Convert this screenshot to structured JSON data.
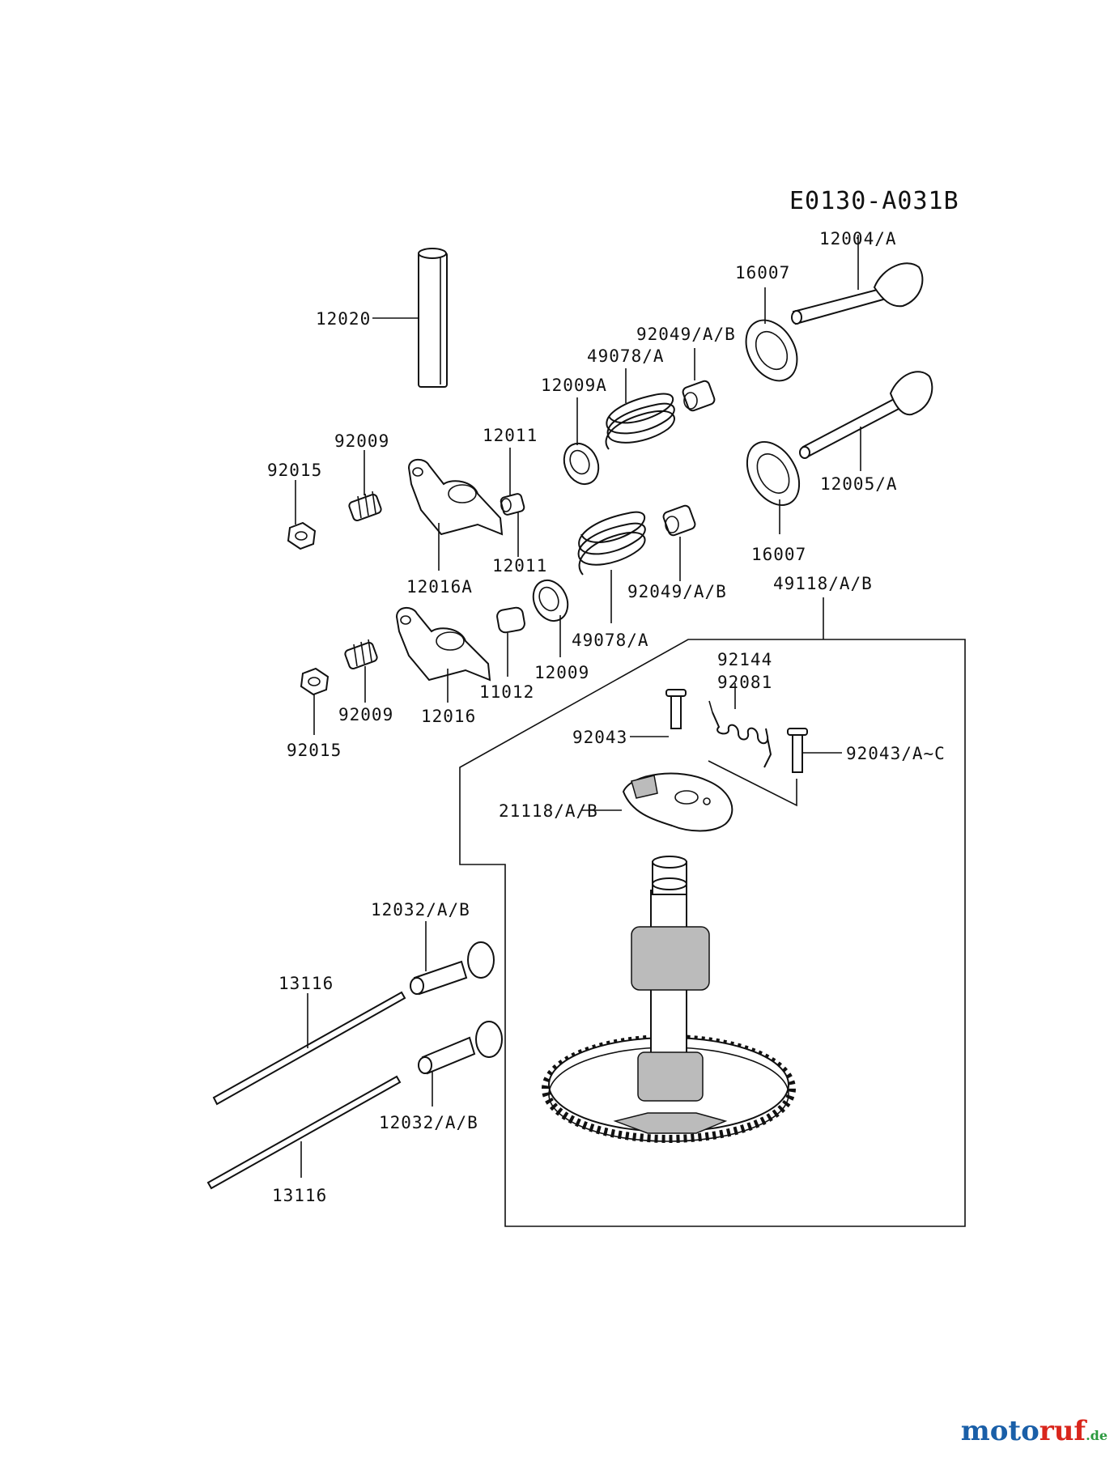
{
  "diagram": {
    "code": "E0130-A031B",
    "labels": {
      "l12004A": "12004/A",
      "l16007a": "16007",
      "l12020": "12020",
      "l92049a": "92049/A/B",
      "l49078a": "49078/A",
      "l12009A": "12009A",
      "l12011a": "12011",
      "l92009a": "92009",
      "l92015a": "92015",
      "l12005A": "12005/A",
      "l16007b": "16007",
      "l12016A": "12016A",
      "l12011b": "12011",
      "l92049b": "92049/A/B",
      "l49118": "49118/A/B",
      "l49078b": "49078/A",
      "l12009": "12009",
      "l11012": "11012",
      "l92009b": "92009",
      "l12016": "12016",
      "l92015b": "92015",
      "l92144": "92144",
      "l92081": "92081",
      "l92043": "92043",
      "l92043AC": "92043/A~C",
      "l21118": "21118/A/B",
      "l12032a": "12032/A/B",
      "l13116a": "13116",
      "l12032b": "12032/A/B",
      "l13116b": "13116"
    }
  },
  "watermark": {
    "part1": "moto",
    "part2": "ruf",
    "suffix": ".de",
    "color1": "#1a5fa8",
    "color2": "#d9261c",
    "color3": "#2b9a3f"
  }
}
